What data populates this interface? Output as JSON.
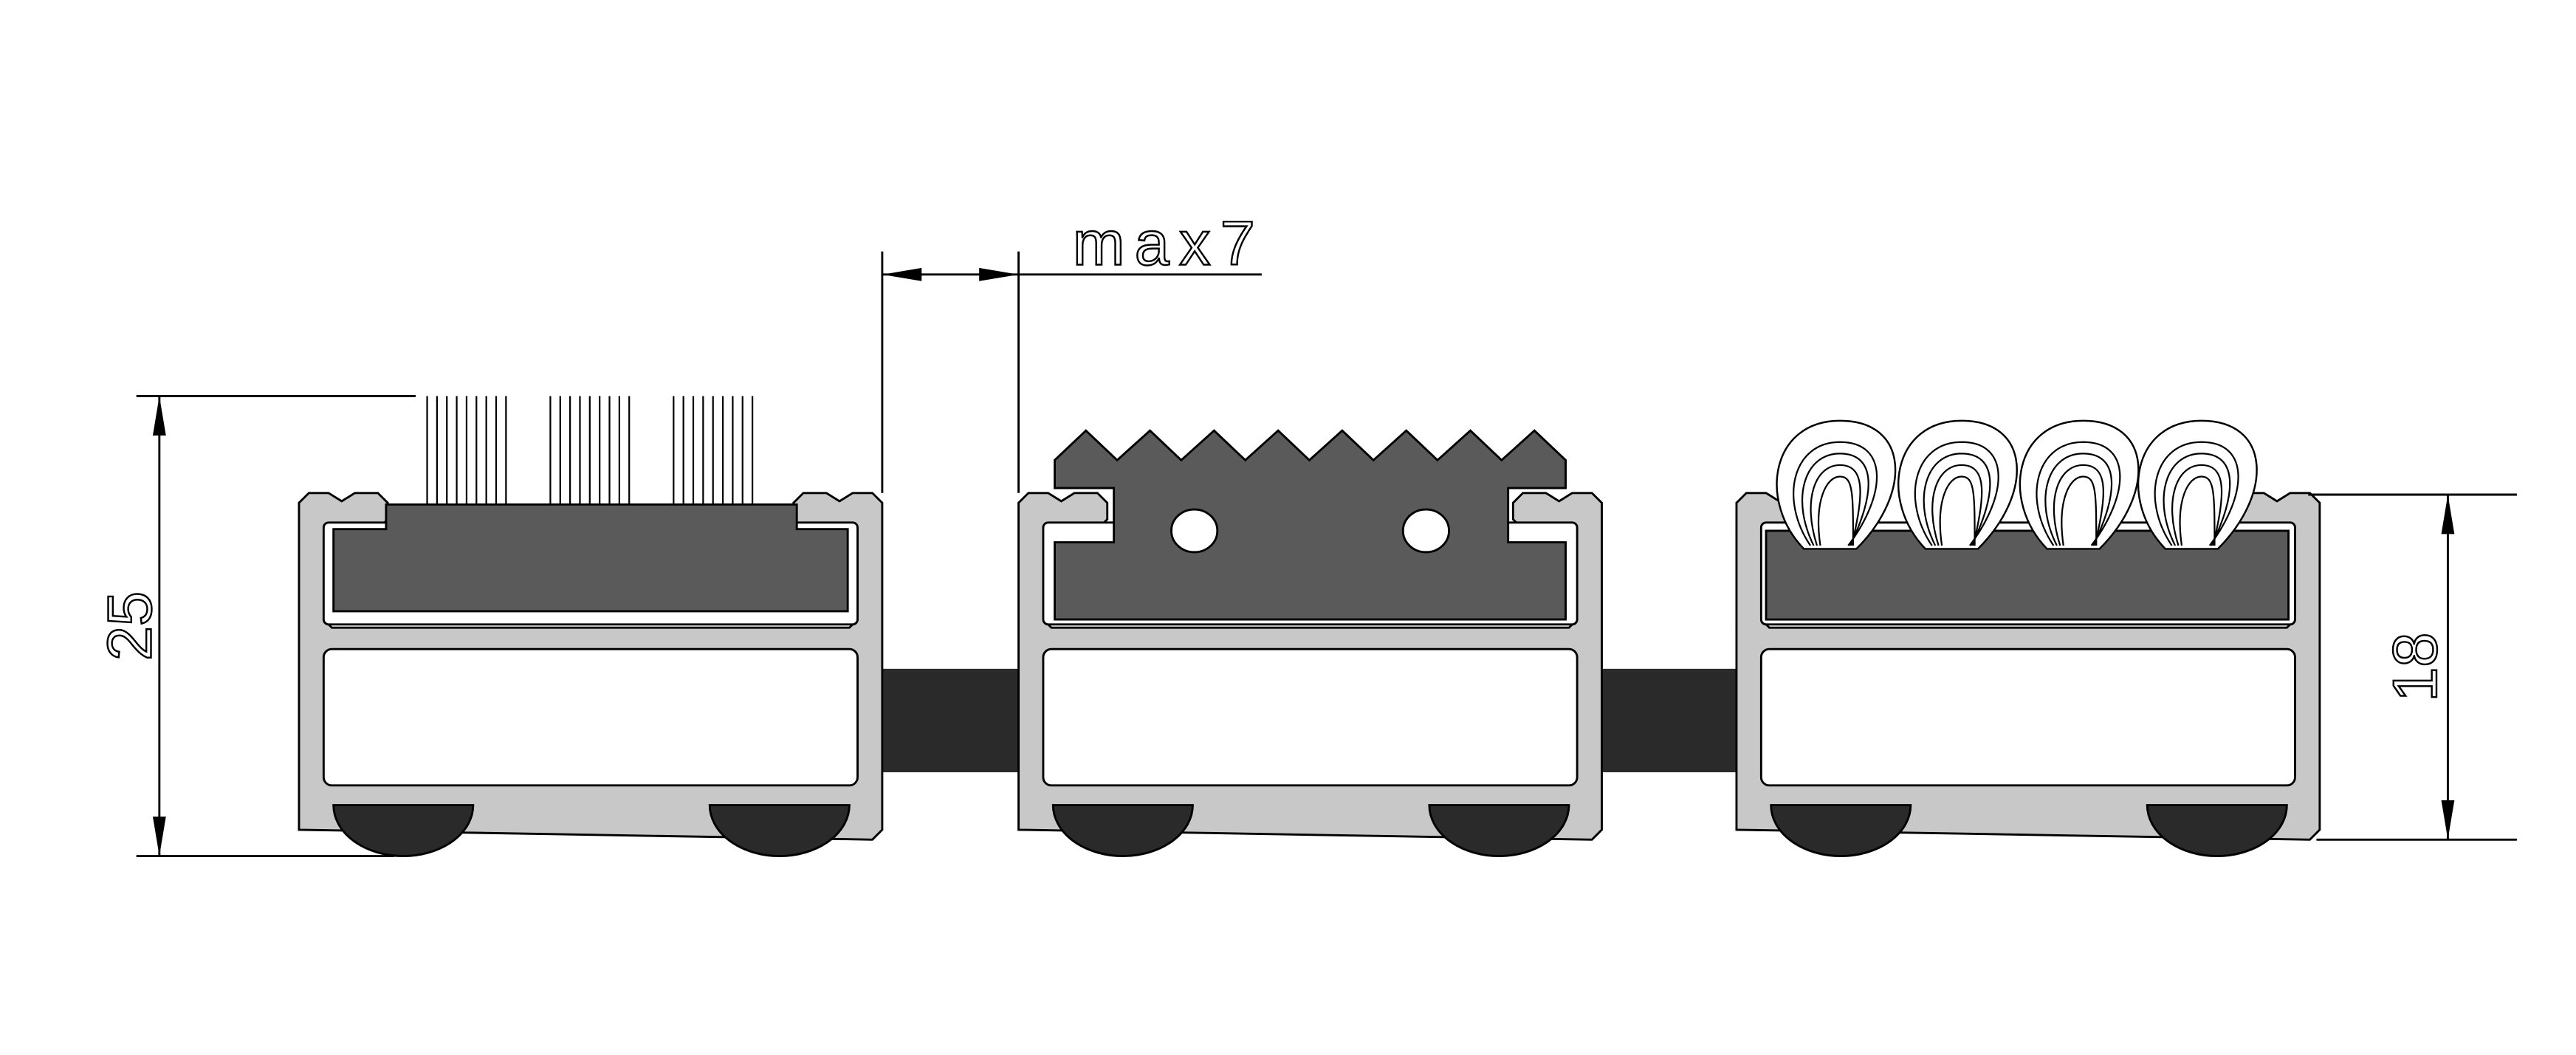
{
  "dimensions": {
    "total_height_label": "25",
    "profile_height_label": "18",
    "gap_label": "max7"
  },
  "colors": {
    "aluminium": "#c8c8c8",
    "insert": "#5a5a5a",
    "rubber": "#2a2a2a"
  },
  "profiles": [
    {
      "insert": "brush"
    },
    {
      "insert": "serrated-rubber"
    },
    {
      "insert": "carpet-loop"
    }
  ]
}
